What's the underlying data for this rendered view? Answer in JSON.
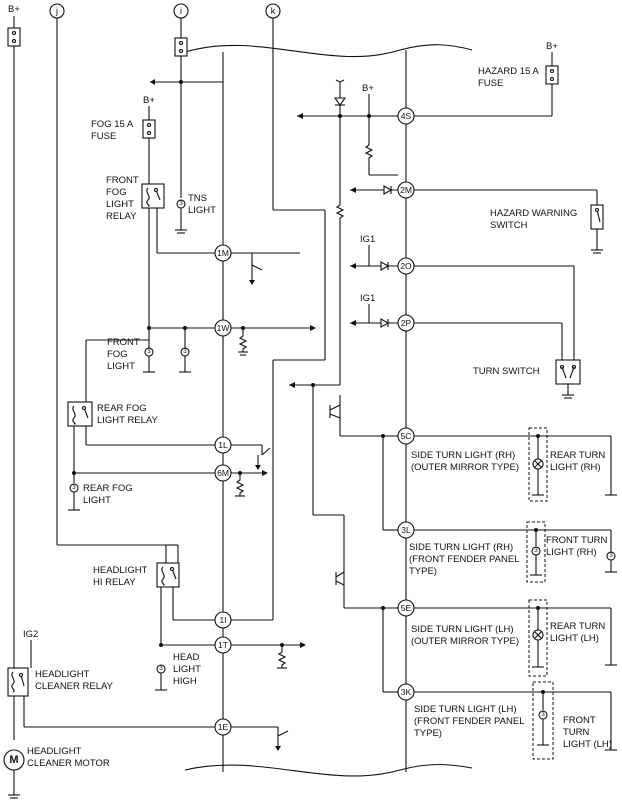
{
  "labels": {
    "bplus": "B+",
    "ig1": "IG1",
    "ig2": "IG2",
    "conn_j": "j",
    "conn_i": "i",
    "conn_k": "k",
    "motor_symbol": "M",
    "bulb_symbol": "③",
    "fog_fuse": [
      "FOG 15 A",
      "FUSE"
    ],
    "hazard_fuse": [
      "HAZARD 15 A",
      "FUSE"
    ],
    "front_fog_light_relay": [
      "FRONT",
      "FOG",
      "LIGHT",
      "RELAY"
    ],
    "tns_light": [
      "TNS",
      "LIGHT"
    ],
    "front_fog_light": [
      "FRONT",
      "FOG",
      "LIGHT"
    ],
    "rear_fog_light_relay": [
      "REAR FOG",
      "LIGHT RELAY"
    ],
    "rear_fog_light": [
      "REAR FOG",
      "LIGHT"
    ],
    "headlight_hi_relay": [
      "HEADLIGHT",
      "HI RELAY"
    ],
    "head_light_high": [
      "HEAD",
      "LIGHT",
      "HIGH"
    ],
    "headlight_cleaner_relay": [
      "HEADLIGHT",
      "CLEANER RELAY"
    ],
    "headlight_cleaner_motor": [
      "HEADLIGHT",
      "CLEANER MOTOR"
    ],
    "hazard_warning_switch": [
      "HAZARD WARNING",
      "SWITCH"
    ],
    "turn_switch": "TURN SWITCH",
    "side_turn_rh_mirror": [
      "SIDE TURN LIGHT (RH)",
      "(OUTER MIRROR TYPE)"
    ],
    "rear_turn_rh": [
      "REAR TURN",
      "LIGHT (RH)"
    ],
    "side_turn_rh_fender": [
      "SIDE TURN LIGHT (RH)",
      "(FRONT FENDER PANEL",
      "TYPE)"
    ],
    "front_turn_rh": [
      "FRONT TURN",
      "LIGHT (RH)"
    ],
    "side_turn_lh_mirror": [
      "SIDE TURN LIGHT (LH)",
      "(OUTER MIRROR TYPE)"
    ],
    "rear_turn_lh": [
      "REAR TURN",
      "LIGHT (LH)"
    ],
    "side_turn_lh_fender": [
      "SIDE TURN LIGHT (LH)",
      "(FRONT FENDER PANEL",
      "TYPE)"
    ],
    "front_turn_lh": [
      "FRONT",
      "TURN",
      "LIGHT (LH)"
    ]
  },
  "module_pins": {
    "left": [
      "1M",
      "1W",
      "1L",
      "6M",
      "1I",
      "1T",
      "1E"
    ],
    "right": [
      "4S",
      "2M",
      "2O",
      "2P",
      "5C",
      "3L",
      "5E",
      "3K"
    ]
  }
}
